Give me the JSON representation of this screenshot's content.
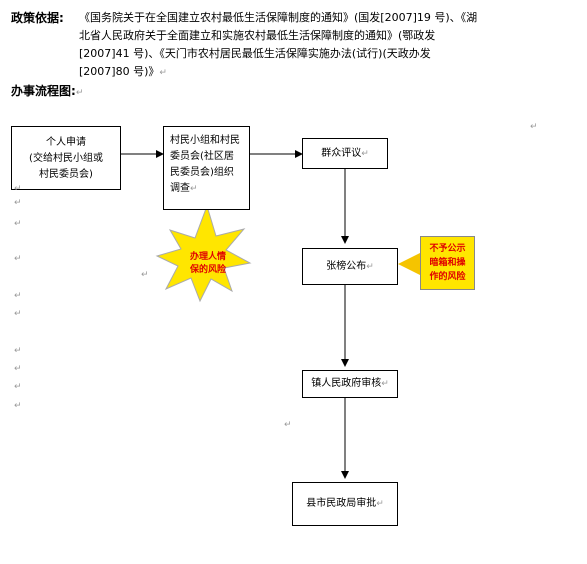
{
  "policy": {
    "label": "政策依据:",
    "lines": [
      "《国务院关于在全国建立农村最低生活保障制度的通知》(国发[2007]19 号)、《湖",
      "北省人民政府关于全面建立和实施农村最低生活保障制度的通知》(鄂政发",
      "[2007]41 号)、《天门市农村居民最低生活保障实施办法(试行)(天政办发",
      "[2007]80 号)》"
    ]
  },
  "process": {
    "label": "办事流程图:"
  },
  "para_mark": "↵",
  "flow": {
    "apply": [
      "个人申请",
      "(交给村民小组或",
      "村民委员会)"
    ],
    "investigate": [
      "村民小组和村民",
      "委员会(社区居",
      "民委员会)组织",
      "调查"
    ],
    "public_review": "群众评议",
    "publish": "张榜公布",
    "township_review": "镇人民政府审核",
    "county_approve": "县市民政局审批"
  },
  "risks": {
    "personal_favor": [
      "办理人情",
      "保的风险"
    ],
    "no_publicity": [
      "不予公示",
      "暗箱和操",
      "作的风险"
    ]
  },
  "colors": {
    "burst_fill": "#ffe600",
    "risk_text": "#e00000",
    "yellow_box": "#ffe600",
    "arrow_yellow": "#f5c400"
  }
}
